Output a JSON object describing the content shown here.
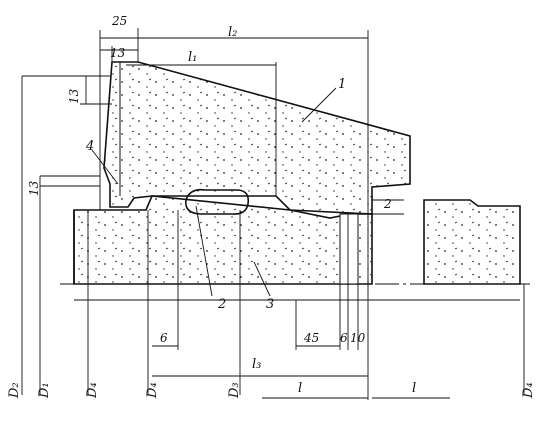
{
  "dims": {
    "d25": "25",
    "l2": "l₂",
    "d13_top": "13",
    "l1": "l₁",
    "d13_left": "13",
    "d13_left2": "13",
    "d2": "2",
    "d6": "6",
    "d45": "45",
    "d6b": "6",
    "d10": "10",
    "l3": "l₃",
    "l_a": "l",
    "l_b": "l"
  },
  "parts": {
    "p1": "1",
    "p2": "2",
    "p3": "3",
    "p4": "4"
  },
  "diameters": {
    "D2": "D₂",
    "D1": "D₁",
    "D4_left": "D₄",
    "D4_mid": "D₄",
    "D3": "D₃",
    "D4_right": "D₄"
  }
}
